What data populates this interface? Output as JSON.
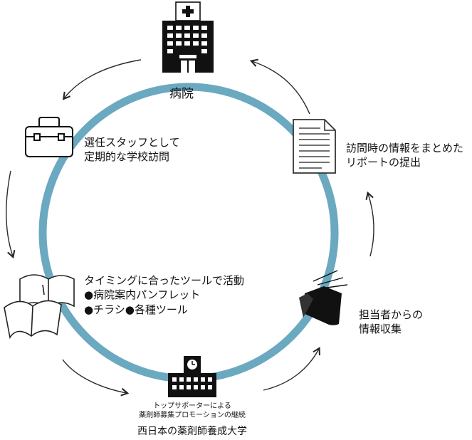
{
  "hospital": {
    "label": "病院",
    "icon": "hospital-building-icon"
  },
  "school_visit": {
    "lines": [
      "選任スタッフとして",
      "定期的な学校訪問"
    ],
    "icon": "briefcase-icon"
  },
  "report": {
    "lines": [
      "訪問時の情報をまとめた",
      "リポートの提出"
    ],
    "icon": "document-report-icon"
  },
  "activities": {
    "lines": [
      "タイミングに合ったツールで活動",
      "●病院案内パンフレット",
      "●チラシ●各種ツール"
    ],
    "icon": "open-book-icon"
  },
  "info_collection": {
    "lines": [
      "担当者からの",
      "情報収集"
    ],
    "icon": "file-folder-icon"
  },
  "university": {
    "sub_lines": [
      "トップサポーターによる",
      "薬剤師募集プロモーションの継続"
    ],
    "name": "西日本の薬剤師養成大学",
    "icon": "university-building-icon"
  },
  "colors": {
    "ring": "#6aa9c0",
    "ink": "#111111",
    "arrow": "#2a2a2a"
  }
}
